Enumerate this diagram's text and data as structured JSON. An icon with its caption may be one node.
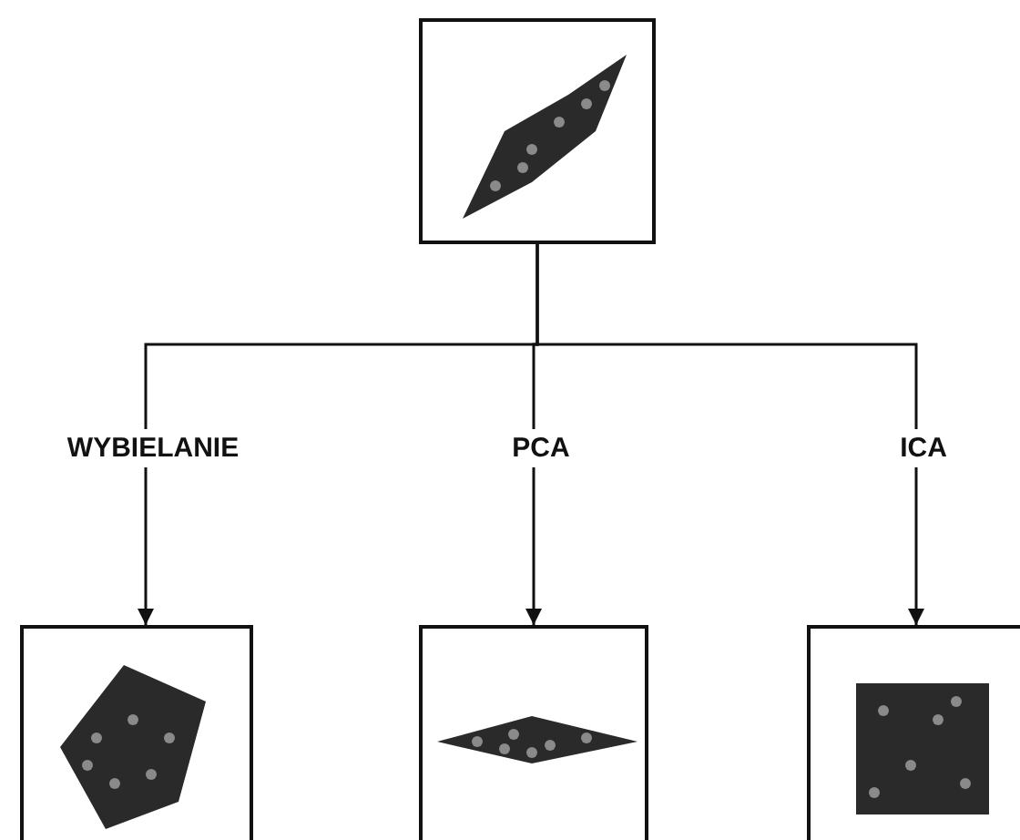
{
  "diagram": {
    "nodes": [
      {
        "text": [],
        "shape": "picture"
      },
      {
        "text": [],
        "shape": "picture"
      },
      {
        "text": [],
        "shape": "picture"
      },
      {
        "text": [],
        "shape": "picture"
      }
    ],
    "edges": [
      {
        "from": 0,
        "to": 1,
        "arrow": "to",
        "label": "WYBIELANIE"
      },
      {
        "from": 0,
        "to": 2,
        "arrow": "to",
        "label": "PCA"
      },
      {
        "from": 0,
        "to": 3,
        "arrow": "to",
        "label": "ICA"
      }
    ]
  }
}
